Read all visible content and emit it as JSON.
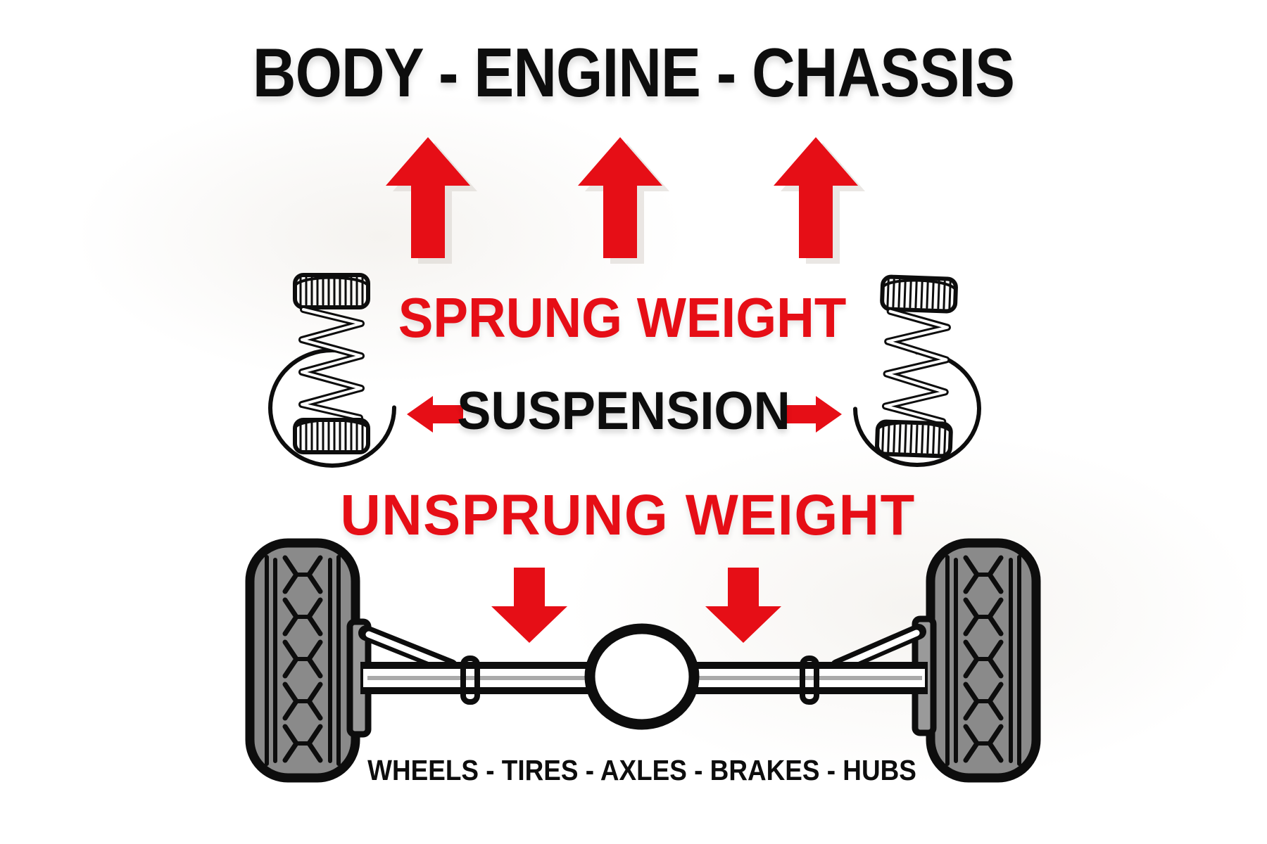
{
  "title": "BODY - ENGINE - CHASSIS",
  "labels": {
    "sprung": "SPRUNG WEIGHT",
    "suspension": "SUSPENSION",
    "unsprung": "UNSPRUNG WEIGHT",
    "components": "WHEELS - TIRES - AXLES - BRAKES - HUBS"
  },
  "icons": {
    "up_arrow": "red-up-arrow",
    "up_arrow_count": 3,
    "down_arrow": "red-down-arrow",
    "down_arrow_count": 2,
    "left_arrow": "red-left-arrow",
    "right_arrow": "red-right-arrow",
    "spring": "coil-spring",
    "spring_count": 2,
    "axle": "solid-axle-with-differential-and-wheels"
  },
  "colors": {
    "accent_red": "#e60e16",
    "ink_black": "#0d0d0d",
    "tire_gray": "#8a8a8a",
    "plate_gray": "#9a9a9a",
    "arrow_shadow": "#d8d3cd"
  }
}
